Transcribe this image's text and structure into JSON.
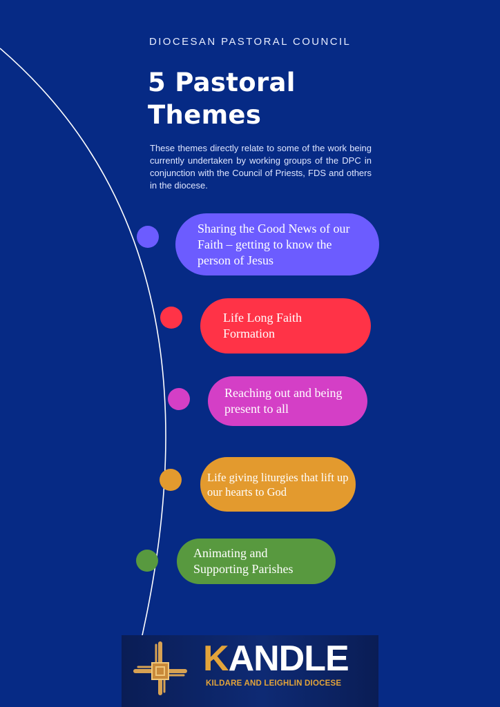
{
  "header": {
    "organization": "DIOCESAN PASTORAL COUNCIL",
    "title": "5 Pastoral Themes",
    "intro": "These themes directly relate to some of the work being currently undertaken by working groups of the DPC in conjunction with the Council of Priests, FDS and others in the diocese."
  },
  "themes": [
    {
      "label": "Sharing the Good News of our Faith – getting to know the person of Jesus",
      "color": "#6c5cff"
    },
    {
      "label": "Life Long Faith Formation",
      "color": "#ff3347"
    },
    {
      "label": "Reaching out and being present to all",
      "color": "#d43fc6"
    },
    {
      "label": "Life giving liturgies that lift up our hearts to God",
      "color": "#e39a2e"
    },
    {
      "label": "Animating and Supporting Parishes",
      "color": "#58993f"
    }
  ],
  "logo": {
    "word_first": "K",
    "word_rest": "ANDLE",
    "subtitle": "KILDARE AND LEIGHLIN DIOCESE",
    "accent_color": "#e3a43a"
  }
}
